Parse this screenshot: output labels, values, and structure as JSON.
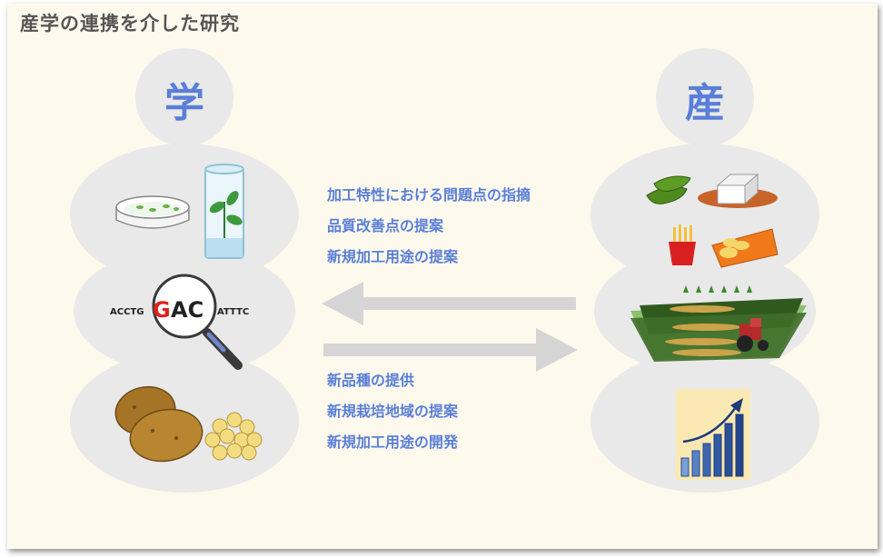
{
  "title": "産学の連携を介した研究",
  "left_label": "学",
  "right_label": "産",
  "dna": {
    "left": "ACCTG",
    "highlight_g": "G",
    "highlight_ac": "AC",
    "right": "ATTTC"
  },
  "top_lines": [
    "加工特性における問題点の指摘",
    "品質改善点の提案",
    "新規加工用途の提案"
  ],
  "bottom_lines": [
    "新品種の提供",
    "新規栽培地域の提案",
    "新規加工用途の開発"
  ],
  "colors": {
    "background": "#fdf9ec",
    "blob": "#e9e9e9",
    "label": "#5a7fd8",
    "arrow": "#d5d5d5",
    "highlight": "#e0201c"
  },
  "icons": [
    "petri-dish-icon",
    "test-tube-plant-icon",
    "magnifier-icon",
    "potato-icon",
    "soybeans-icon",
    "edamame-icon",
    "tofu-icon",
    "french-fries-icon",
    "chips-bag-icon",
    "field-tractor-icon",
    "bar-chart-icon"
  ]
}
